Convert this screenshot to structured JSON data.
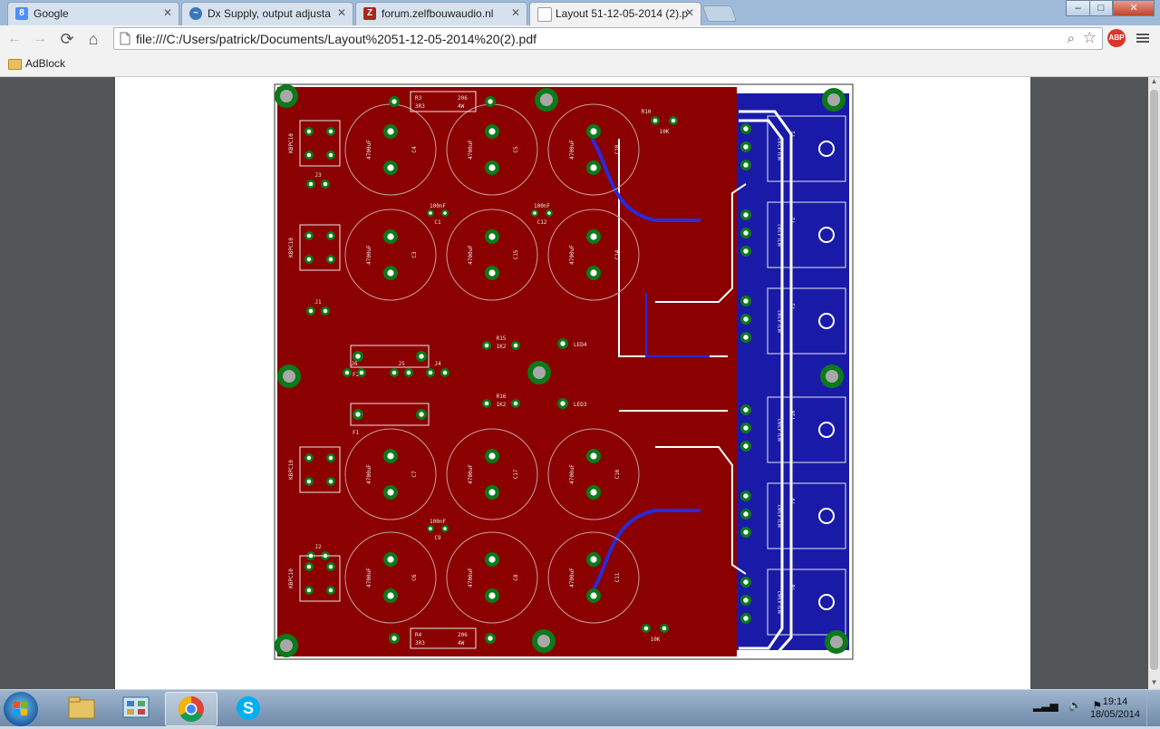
{
  "window": {
    "tabs": [
      {
        "title": "Google",
        "icon": "google-icon",
        "color": "#4f8ef7"
      },
      {
        "title": "Dx Supply, output adjusta",
        "icon": "diyaudio-icon",
        "color": "#3a77b8"
      },
      {
        "title": "forum.zelfbouwaudio.nl",
        "icon": "za-forum-icon",
        "color": "#a82a1f"
      },
      {
        "title": "Layout 51-12-05-2014 (2).p",
        "icon": "page-icon",
        "color": "#8a8a8a"
      }
    ],
    "buttons": {
      "minimize": "–",
      "maximize": "□",
      "close": "✕"
    }
  },
  "toolbar": {
    "back": "←",
    "forward": "→",
    "reload": "⟳",
    "home": "⌂",
    "url": "file:///C:/Users/patrick/Documents/Layout%2051-12-05-2014%20(2).pdf",
    "extension_label": "ABP"
  },
  "bookmarks": {
    "items": [
      {
        "label": "AdBlock"
      }
    ]
  },
  "pcb": {
    "colors": {
      "top_copper": "#8b0000",
      "bottom_copper": "#1a1aa8",
      "pad": "#0c7a1a",
      "silk": "#e8e8e8"
    },
    "resistors": [
      {
        "name": "R3",
        "value": "3R3",
        "package": "206",
        "rating": "4W"
      },
      {
        "name": "R4",
        "value": "3R3",
        "package": "206",
        "rating": "4W"
      }
    ],
    "capacitors": [
      {
        "name": "C4",
        "value": "4700uF"
      },
      {
        "name": "C5",
        "value": "4700uF"
      },
      {
        "name": "C18",
        "value": "4700uF"
      },
      {
        "name": "C3",
        "value": "4700uF"
      },
      {
        "name": "C15",
        "value": "4700uF"
      },
      {
        "name": "C14",
        "value": "4700uF"
      },
      {
        "name": "C7",
        "value": "4700uF"
      },
      {
        "name": "C17",
        "value": "4700uF"
      },
      {
        "name": "C16",
        "value": "4700uF"
      },
      {
        "name": "C6",
        "value": "4700uF"
      },
      {
        "name": "C8",
        "value": "4700uF"
      },
      {
        "name": "C11",
        "value": "4700uF"
      }
    ],
    "transistors": [
      {
        "name": "T1",
        "part": "MJL4281"
      },
      {
        "name": "T2",
        "part": "MJL4281"
      },
      {
        "name": "T3",
        "part": "MJL4281"
      },
      {
        "name": "T10",
        "part": "MJL4302"
      },
      {
        "name": "T9",
        "part": "MJL4302"
      },
      {
        "name": "T8",
        "part": "MJL4302"
      }
    ],
    "labels": {
      "small_cap": "100nF",
      "led_top": "LED4",
      "led_bottom": "LED3",
      "fuse_top": "F2",
      "fuse_bottom": "F1",
      "r15": "R15",
      "r16": "R16",
      "r15_val": "1K2",
      "r16_val": "1K2",
      "r10": "R10",
      "r10_val": "10K",
      "r_bottom_val": "10K",
      "c12": "C12",
      "c9": "C9",
      "c1": "C1",
      "j1": "J1",
      "j6": "J6",
      "j5": "J5",
      "j4": "J4",
      "j3": "J3",
      "j2": "J2",
      "bridge": "KBPC10"
    }
  },
  "taskbar": {
    "apps": [
      {
        "name": "file-explorer-icon"
      },
      {
        "name": "control-panel-icon"
      },
      {
        "name": "chrome-icon",
        "active": true
      },
      {
        "name": "skype-icon"
      }
    ],
    "time": "19:14",
    "date": "18/05/2014"
  }
}
